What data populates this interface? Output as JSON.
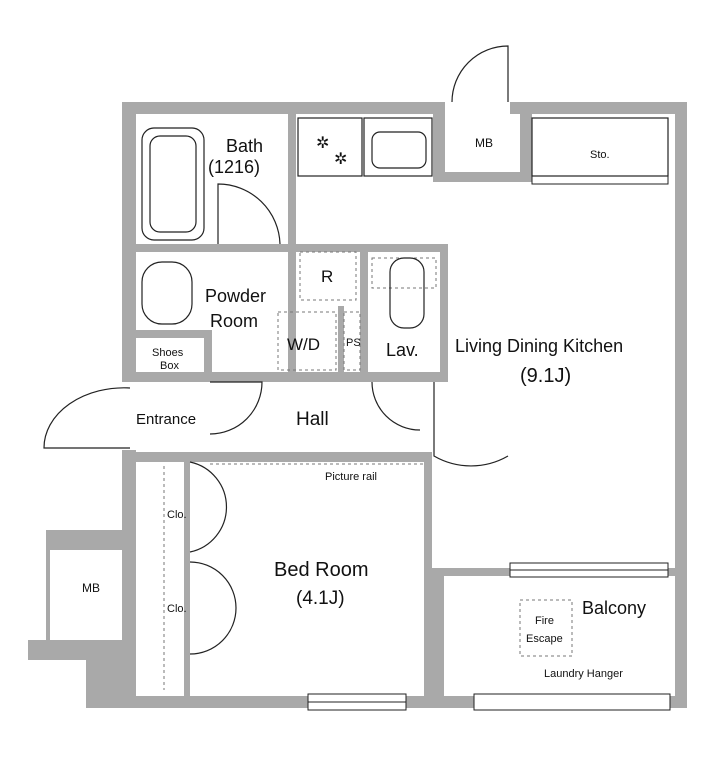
{
  "rooms": {
    "bath": "Bath",
    "bath_size": "(1216)",
    "powder_line1": "Powder",
    "powder_line2": "Room",
    "wd": "W/D",
    "ps": "PS",
    "lav": "Lav.",
    "refrigerator": "R",
    "mb_top": "MB",
    "storage": "Sto.",
    "ldk": "Living Dining Kitchen",
    "ldk_size": "(9.1J)",
    "shoes_line1": "Shoes",
    "shoes_line2": "Box",
    "entrance": "Entrance",
    "hall": "Hall",
    "picture_rail": "Picture rail",
    "closet_top": "Clo.",
    "closet_bottom": "Clo.",
    "bedroom": "Bed Room",
    "bedroom_size": "(4.1J)",
    "mb_side": "MB",
    "balcony": "Balcony",
    "fire_line1": "Fire",
    "fire_line2": "Escape",
    "laundry": "Laundry Hanger"
  },
  "colors": {
    "wall": "#a9a9a9",
    "line": "#222222",
    "background": "#ffffff"
  }
}
